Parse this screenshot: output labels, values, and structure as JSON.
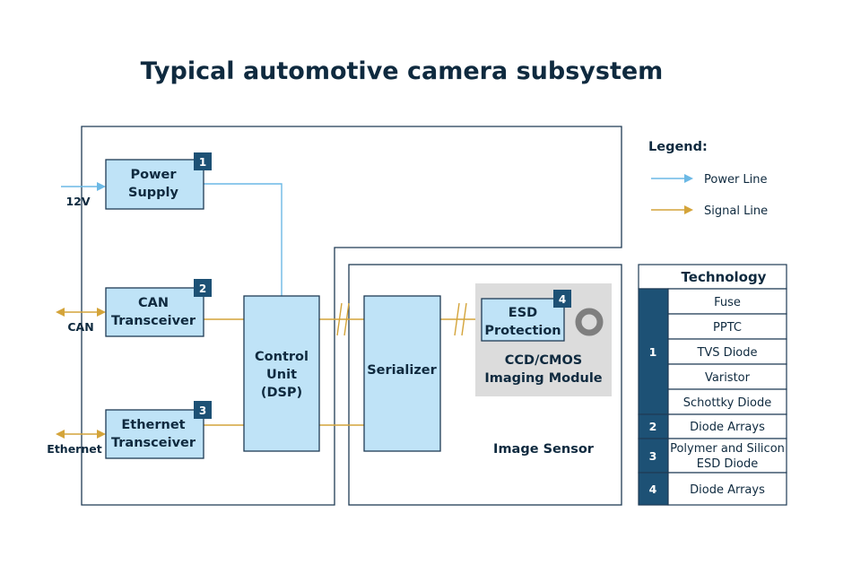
{
  "title": "Typical automotive camera subsystem",
  "blocks": {
    "power_supply": {
      "line1": "Power",
      "line2": "Supply",
      "badge": "1"
    },
    "can_transceiver": {
      "line1": "CAN",
      "line2": "Transceiver",
      "badge": "2"
    },
    "ethernet_transceiver": {
      "line1": "Ethernet",
      "line2": "Transceiver",
      "badge": "3"
    },
    "control_unit": {
      "line1": "Control",
      "line2": "Unit",
      "line3": "(DSP)"
    },
    "serializer": {
      "label": "Serializer"
    },
    "esd_protection": {
      "line1": "ESD",
      "line2": "Protection",
      "badge": "4"
    },
    "imaging_module": {
      "line1": "CCD/CMOS",
      "line2": "Imaging Module"
    },
    "image_sensor": {
      "label": "Image Sensor"
    }
  },
  "inputs": {
    "power": "12V",
    "can": "CAN",
    "ethernet": "Ethernet"
  },
  "legend": {
    "title": "Legend:",
    "power_line": "Power Line",
    "signal_line": "Signal Line",
    "colors": {
      "power": "#6cb9e5",
      "signal": "#d4a43a"
    }
  },
  "technology_table": {
    "header": "Technology",
    "groups": [
      {
        "num": "1",
        "items": [
          "Fuse",
          "PPTC",
          "TVS Diode",
          "Varistor",
          "Schottky Diode"
        ]
      },
      {
        "num": "2",
        "items": [
          "Diode Arrays"
        ]
      },
      {
        "num": "3",
        "items": [
          "Polymer and Silicon",
          "ESD Diode"
        ]
      },
      {
        "num": "4",
        "items": [
          "Diode Arrays"
        ]
      }
    ]
  }
}
